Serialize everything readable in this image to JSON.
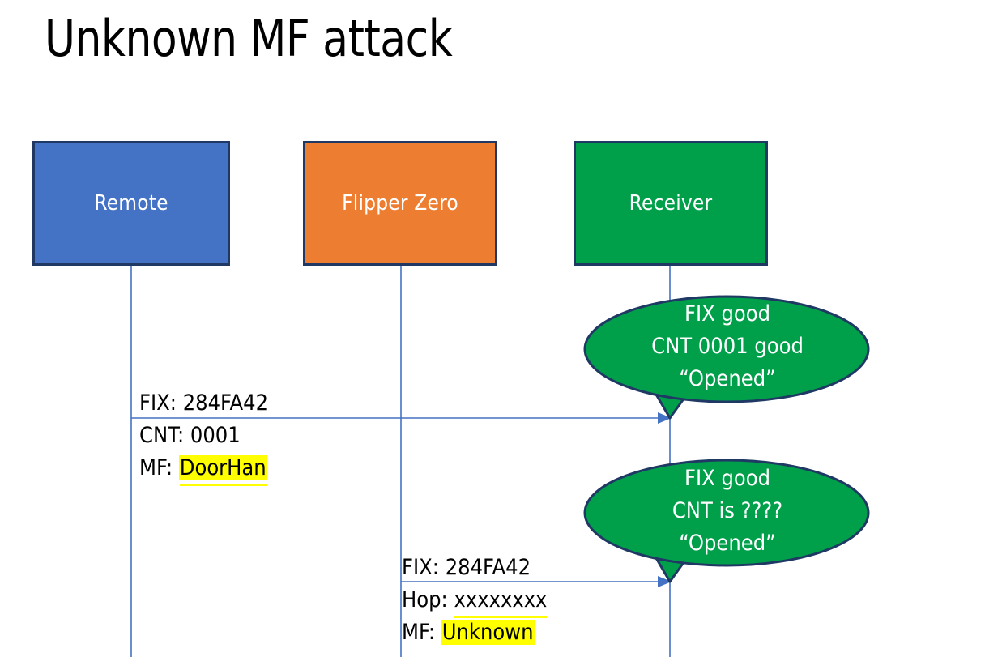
{
  "slide": {
    "title": "Unknown MF attack",
    "background": "#FFFFFF"
  },
  "colors": {
    "remote_box": "#4472C4",
    "flipper_box": "#ED7D31",
    "receiver_box": "#00A04B",
    "box_border": "#1F3864",
    "lifeline": "#4472C4",
    "arrow": "#4472C4",
    "bubble_fill": "#00A04B",
    "bubble_border": "#1F3864",
    "highlight": "#FFFF00",
    "spellcheck_underline": "#E8402A"
  },
  "actors": [
    {
      "id": "remote",
      "label": "Remote"
    },
    {
      "id": "flipper",
      "label": "Flipper Zero"
    },
    {
      "id": "receiver",
      "label": "Receiver"
    }
  ],
  "messages": [
    {
      "id": "message-1",
      "from": "remote",
      "to": "receiver",
      "lines": [
        {
          "label": "FIX:",
          "value": "284FA42",
          "highlight": false,
          "spellcheck": false
        },
        {
          "label": "CNT:",
          "value": "0001",
          "highlight": false,
          "spellcheck": false
        },
        {
          "label": "MF:",
          "value": "DoorHan",
          "highlight": true,
          "spellcheck": true
        }
      ]
    },
    {
      "id": "message-2",
      "from": "flipper",
      "to": "receiver",
      "lines": [
        {
          "label": "FIX:",
          "value": "284FA42",
          "highlight": false,
          "spellcheck": false
        },
        {
          "label": "Hop:",
          "value": "xxxxxxxx",
          "highlight": false,
          "spellcheck": true
        },
        {
          "label": "MF:",
          "value": "Unknown",
          "highlight": true,
          "spellcheck": false
        }
      ]
    }
  ],
  "callouts": [
    {
      "id": "callout-1",
      "anchor": "receiver",
      "lines": [
        "FIX good",
        "CNT 0001 good",
        "“Opened”"
      ]
    },
    {
      "id": "callout-2",
      "anchor": "receiver",
      "lines": [
        "FIX good",
        "CNT is ????",
        "“Opened”"
      ]
    }
  ]
}
